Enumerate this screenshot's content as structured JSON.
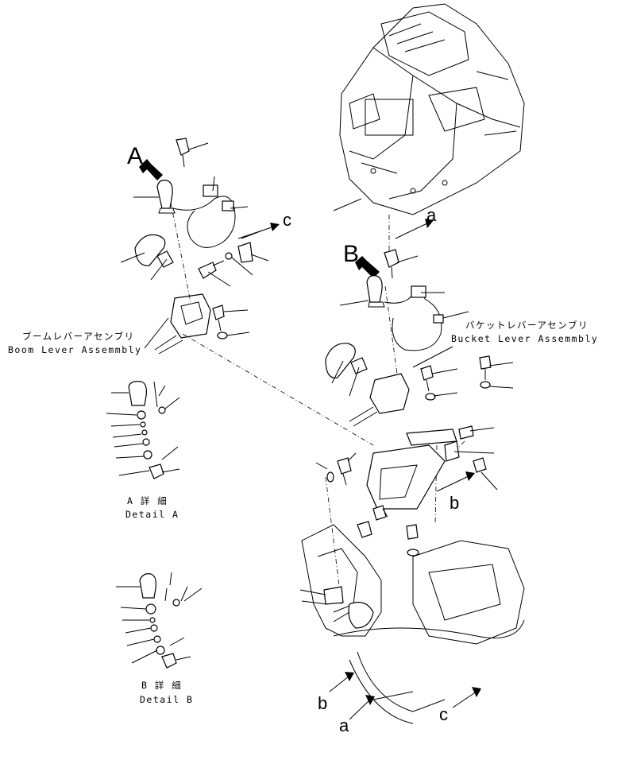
{
  "callouts": {
    "view_a": "A",
    "view_b": "B",
    "ref_a_top": "a",
    "ref_c_top": "c",
    "ref_b_mid": "b",
    "ref_b_bottom": "b",
    "ref_a_bottom": "a",
    "ref_c_bottom": "c"
  },
  "labels": {
    "boom_jp": "ブームレバーアセンブリ",
    "boom_en": "Boom Lever Assemmbly",
    "bucket_jp": "バケットレバーアセンブリ",
    "bucket_en": "Bucket Lever Assemmbly",
    "detail_a_jp": "A 詳 細",
    "detail_a_en": "Detail A",
    "detail_b_jp": "B 詳 細",
    "detail_b_en": "Detail B"
  }
}
